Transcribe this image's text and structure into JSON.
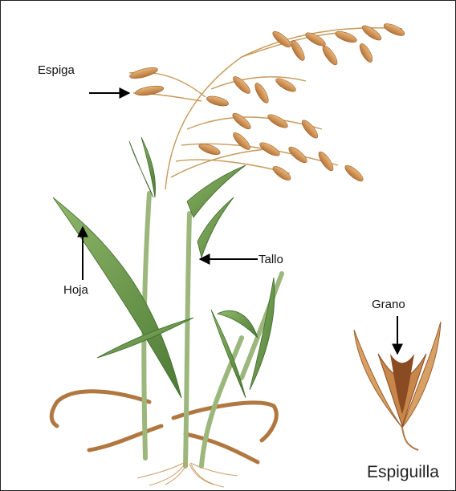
{
  "labels": {
    "espiga": "Espiga",
    "hoja": "Hoja",
    "tallo": "Tallo",
    "grano": "Grano",
    "espiguilla": "Espiguilla"
  },
  "colors": {
    "leaf": "#6e9a4a",
    "leaf_dark": "#3f6a2c",
    "stem": "#9cb77c",
    "dry": "#b07840",
    "spikelet": "#d49a5a",
    "grain": "#8a4a22",
    "arrow": "#000000"
  }
}
